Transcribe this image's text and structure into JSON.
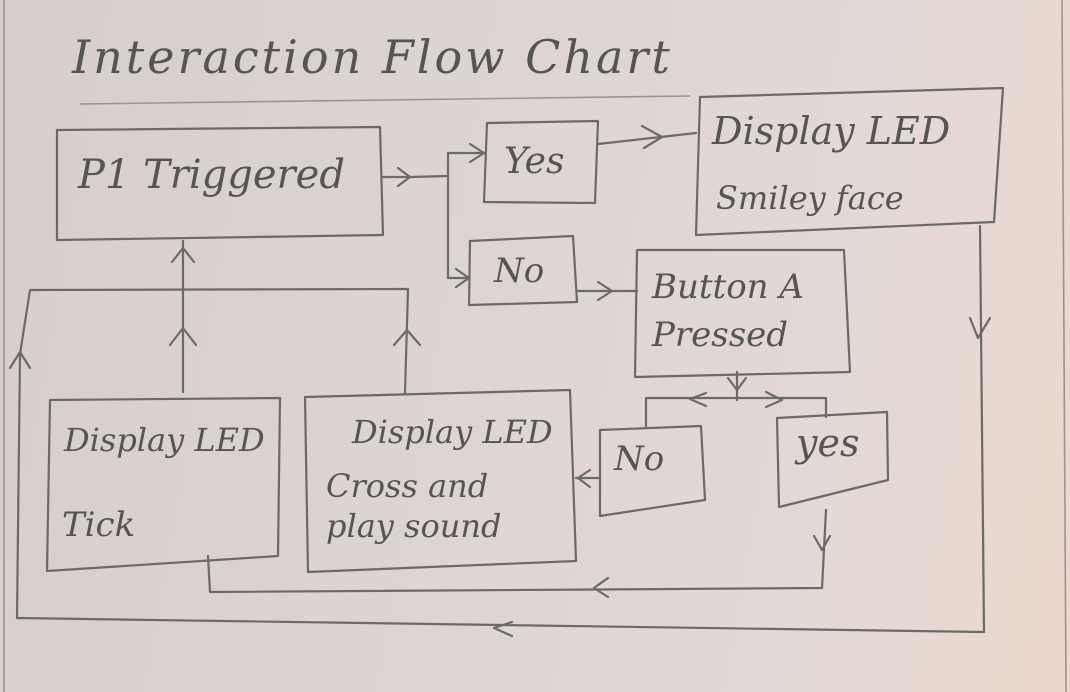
{
  "title": "Interaction Flow Chart",
  "nodes": {
    "p1_triggered": "P1 Triggered",
    "yes_top": "Yes",
    "no_top": "No",
    "smiley": [
      "Display LED",
      "Smiley face"
    ],
    "button_a": [
      "Button A",
      "Pressed"
    ],
    "no_bottom": "No",
    "yes_bottom": "yes",
    "cross": [
      "Display LED",
      "Cross and",
      "play sound"
    ],
    "tick": [
      "Display LED",
      "Tick"
    ]
  },
  "colors": {
    "pencil": "#6a6a6a",
    "paper": "#ddd5d3"
  }
}
